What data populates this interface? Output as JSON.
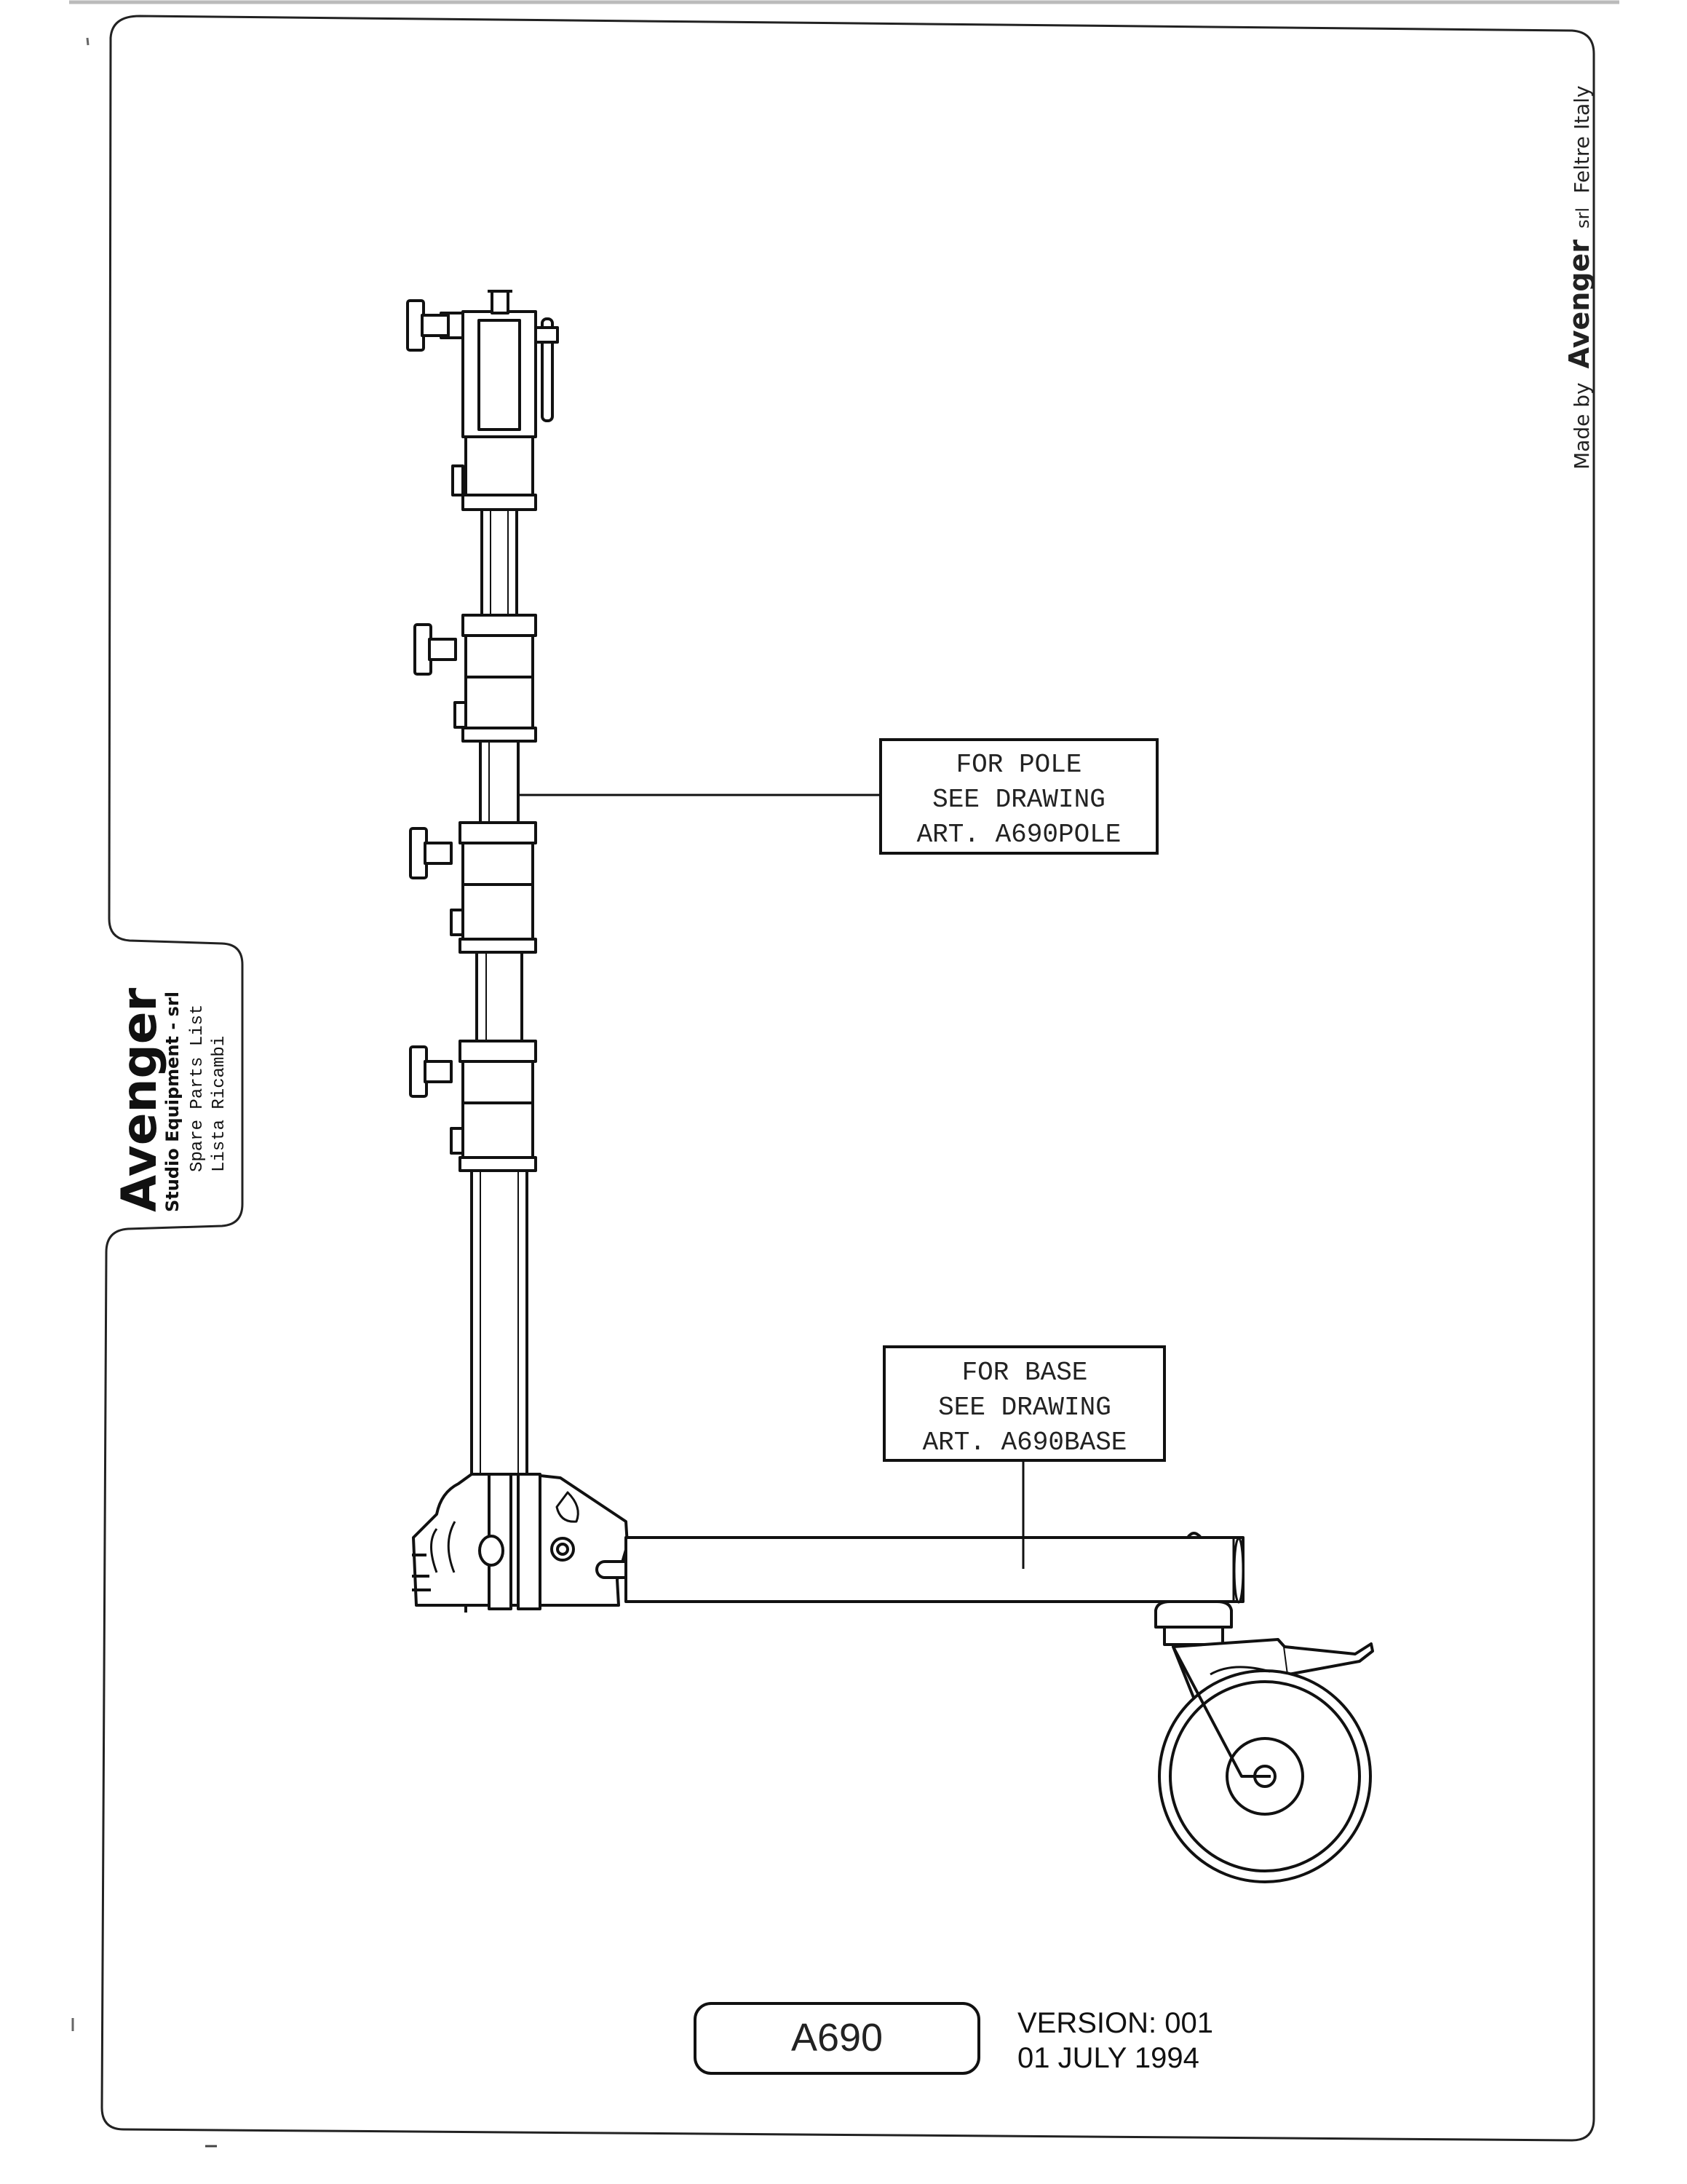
{
  "maker": {
    "prefix": "Made by",
    "brand": "Avenger",
    "suffix": "srl",
    "place": "Feltre Italy"
  },
  "tab": {
    "brand": "Avenger",
    "company": "Studio Equipment - srl",
    "line1": "Spare Parts List",
    "line2": "Lista Ricambi"
  },
  "callouts": {
    "pole": [
      "FOR POLE",
      "SEE DRAWING",
      "ART. A690POLE"
    ],
    "base": [
      "FOR BASE",
      "SEE DRAWING",
      "ART. A690BASE"
    ]
  },
  "footer": {
    "model": "A690",
    "version": "VERSION: 001",
    "date": "01 JULY 1994"
  }
}
